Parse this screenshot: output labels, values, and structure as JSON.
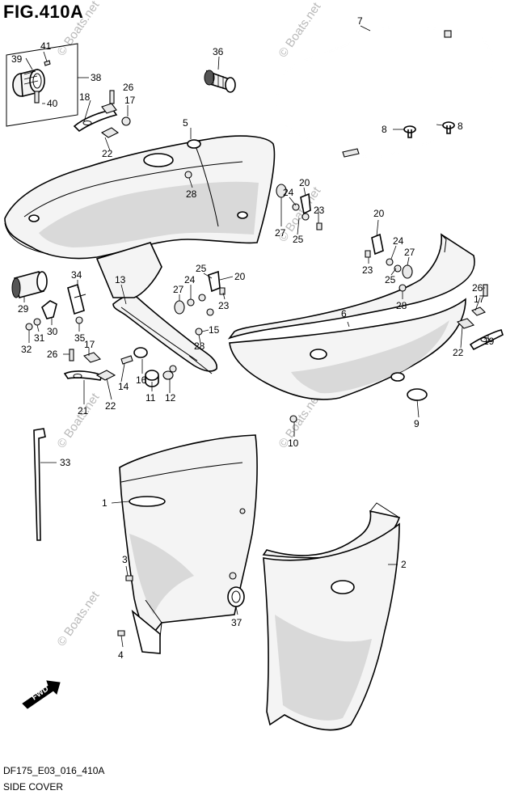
{
  "title": "FIG.410A",
  "footer": {
    "code": "DF175_E03_016_410A",
    "name": "SIDE COVER"
  },
  "watermark": "© Boats.net",
  "fwd_label": "FWD",
  "callouts": [
    {
      "id": "c41",
      "label": "41"
    },
    {
      "id": "c39",
      "label": "39"
    },
    {
      "id": "c38",
      "label": "38"
    },
    {
      "id": "c40",
      "label": "40"
    },
    {
      "id": "c36",
      "label": "36"
    },
    {
      "id": "c7",
      "label": "7"
    },
    {
      "id": "c26a",
      "label": "26"
    },
    {
      "id": "c18",
      "label": "18"
    },
    {
      "id": "c17a",
      "label": "17"
    },
    {
      "id": "c22a",
      "label": "22"
    },
    {
      "id": "c5",
      "label": "5"
    },
    {
      "id": "c28a",
      "label": "28"
    },
    {
      "id": "c8a",
      "label": "8"
    },
    {
      "id": "c8b",
      "label": "8"
    },
    {
      "id": "c20a",
      "label": "20"
    },
    {
      "id": "c24a",
      "label": "24"
    },
    {
      "id": "c23a",
      "label": "23"
    },
    {
      "id": "c27a",
      "label": "27"
    },
    {
      "id": "c25a",
      "label": "25"
    },
    {
      "id": "c20b",
      "label": "20"
    },
    {
      "id": "c24b",
      "label": "24"
    },
    {
      "id": "c27b",
      "label": "27"
    },
    {
      "id": "c23b",
      "label": "23"
    },
    {
      "id": "c25b",
      "label": "25"
    },
    {
      "id": "c28b",
      "label": "28"
    },
    {
      "id": "c34",
      "label": "34"
    },
    {
      "id": "c13",
      "label": "13"
    },
    {
      "id": "c25c",
      "label": "25"
    },
    {
      "id": "c20c",
      "label": "20"
    },
    {
      "id": "c24c",
      "label": "24"
    },
    {
      "id": "c27c",
      "label": "27"
    },
    {
      "id": "c23c",
      "label": "23"
    },
    {
      "id": "c29",
      "label": "29"
    },
    {
      "id": "c30",
      "label": "30"
    },
    {
      "id": "c31",
      "label": "31"
    },
    {
      "id": "c32",
      "label": "32"
    },
    {
      "id": "c35",
      "label": "35"
    },
    {
      "id": "c17b",
      "label": "17"
    },
    {
      "id": "c26b",
      "label": "26"
    },
    {
      "id": "c15",
      "label": "15"
    },
    {
      "id": "c28c",
      "label": "28"
    },
    {
      "id": "c6",
      "label": "6"
    },
    {
      "id": "c26c",
      "label": "26"
    },
    {
      "id": "c17c",
      "label": "17"
    },
    {
      "id": "c22b",
      "label": "22"
    },
    {
      "id": "c19",
      "label": "19"
    },
    {
      "id": "c16",
      "label": "16"
    },
    {
      "id": "c14",
      "label": "14"
    },
    {
      "id": "c21",
      "label": "21"
    },
    {
      "id": "c22c",
      "label": "22"
    },
    {
      "id": "c11",
      "label": "11"
    },
    {
      "id": "c12",
      "label": "12"
    },
    {
      "id": "c9",
      "label": "9"
    },
    {
      "id": "c10",
      "label": "10"
    },
    {
      "id": "c33",
      "label": "33"
    },
    {
      "id": "c1",
      "label": "1"
    },
    {
      "id": "c2",
      "label": "2"
    },
    {
      "id": "c3",
      "label": "3"
    },
    {
      "id": "c37",
      "label": "37"
    },
    {
      "id": "c4",
      "label": "4"
    }
  ]
}
